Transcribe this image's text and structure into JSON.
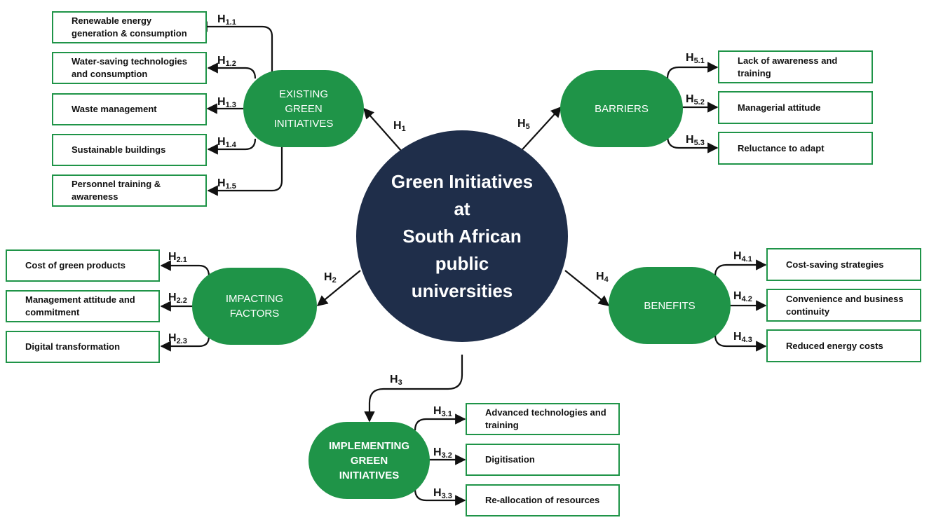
{
  "center": {
    "title": "Green Initiatives\nat\nSouth African\npublic\nuniversities"
  },
  "hubs": {
    "existing": "EXISTING\nGREEN\nINITIATIVES",
    "impacting": "IMPACTING\nFACTORS",
    "implementing": "IMPLEMENTING\nGREEN\nINITIATIVES",
    "barriers": "BARRIERS",
    "benefits": "BENEFITS"
  },
  "hypotheses": {
    "h1": {
      "main": "H",
      "sub": "1"
    },
    "h2": {
      "main": "H",
      "sub": "2"
    },
    "h3": {
      "main": "H",
      "sub": "3"
    },
    "h4": {
      "main": "H",
      "sub": "4"
    },
    "h5": {
      "main": "H",
      "sub": "5"
    }
  },
  "existing_items": [
    {
      "label": "Renewable energy generation & consumption",
      "h_main": "H",
      "h_sub": "1.1"
    },
    {
      "label": "Water-saving technologies and consumption",
      "h_main": "H",
      "h_sub": "1.2"
    },
    {
      "label": "Waste management",
      "h_main": "H",
      "h_sub": "1.3"
    },
    {
      "label": "Sustainable buildings",
      "h_main": "H",
      "h_sub": "1.4"
    },
    {
      "label": "Personnel training & awareness",
      "h_main": "H",
      "h_sub": "1.5"
    }
  ],
  "impacting_items": [
    {
      "label": "Cost of green products",
      "h_main": "H",
      "h_sub": "2.1"
    },
    {
      "label": "Management attitude and commitment",
      "h_main": "H",
      "h_sub": "2.2"
    },
    {
      "label": "Digital transformation",
      "h_main": "H",
      "h_sub": "2.3"
    }
  ],
  "implementing_items": [
    {
      "label": "Advanced technologies and training",
      "h_main": "H",
      "h_sub": "3.1"
    },
    {
      "label": "Digitisation",
      "h_main": "H",
      "h_sub": "3.2"
    },
    {
      "label": "Re-allocation of resources",
      "h_main": "H",
      "h_sub": "3.3"
    }
  ],
  "benefits_items": [
    {
      "label": "Cost-saving strategies",
      "h_main": "H",
      "h_sub": "4.1"
    },
    {
      "label": "Convenience and business continuity",
      "h_main": "H",
      "h_sub": "4.2"
    },
    {
      "label": "Reduced energy costs",
      "h_main": "H",
      "h_sub": "4.3"
    }
  ],
  "barriers_items": [
    {
      "label": "Lack of awareness and training",
      "h_main": "H",
      "h_sub": "5.1"
    },
    {
      "label": "Managerial attitude",
      "h_main": "H",
      "h_sub": "5.2"
    },
    {
      "label": "Reluctance to adapt",
      "h_main": "H",
      "h_sub": "5.3"
    }
  ],
  "colors": {
    "green": "#1f9448",
    "navy": "#1f2e4a",
    "line": "#111111"
  }
}
